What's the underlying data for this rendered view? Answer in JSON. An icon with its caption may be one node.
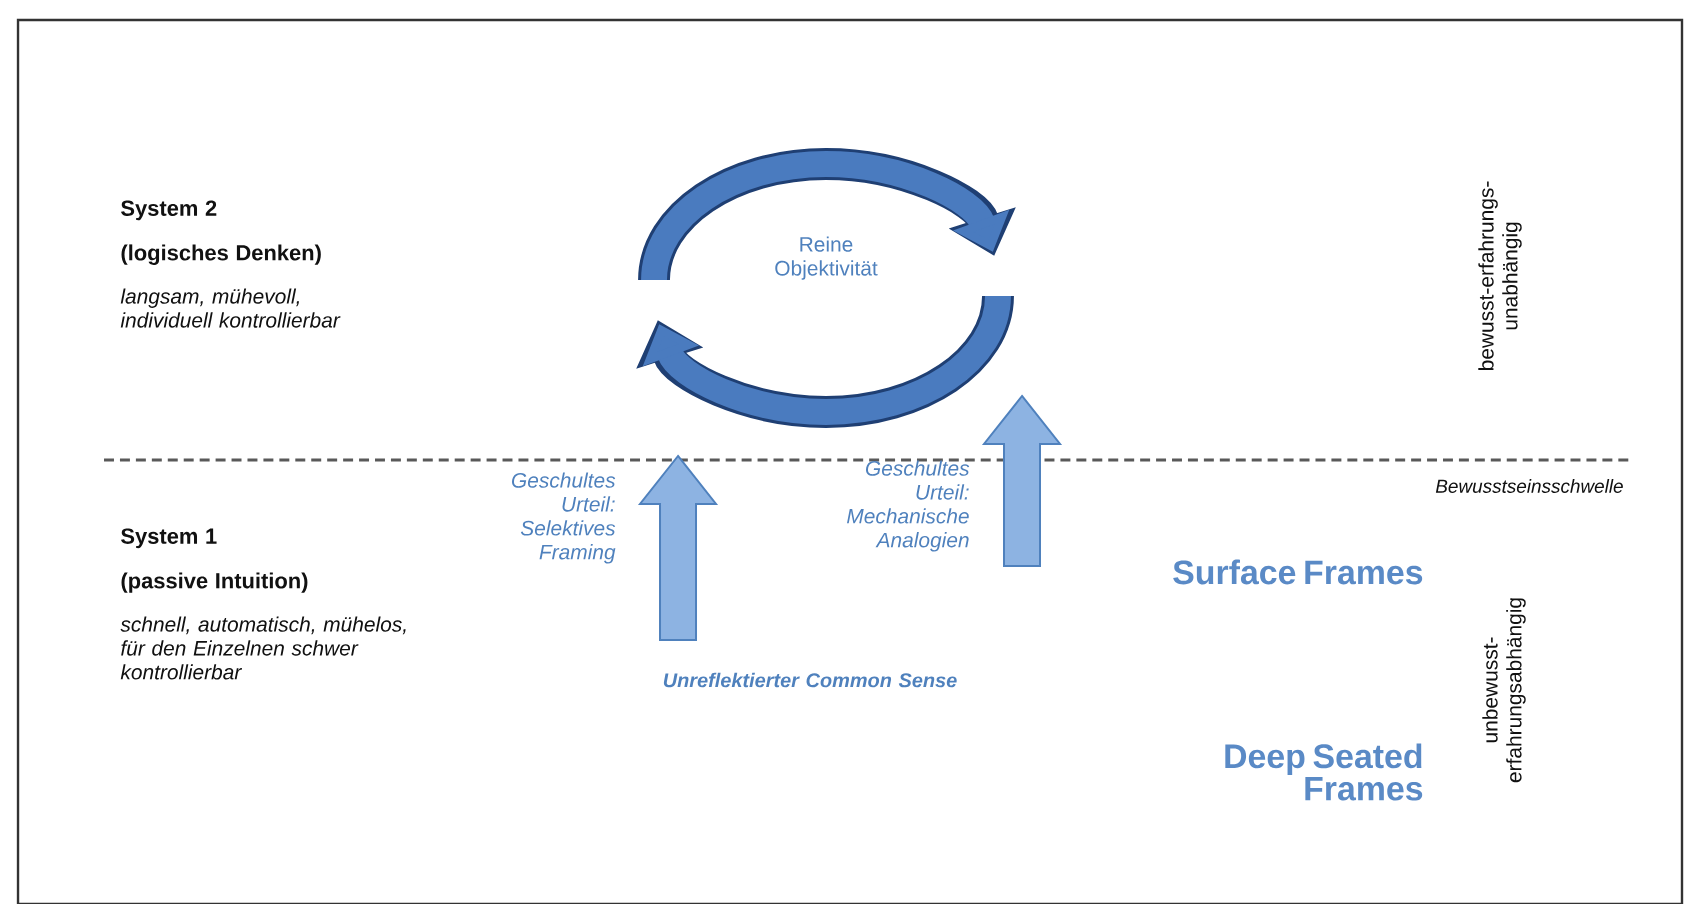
{
  "diagram": {
    "labels": [
      "System 2",
      "(logisches Denken)",
      "langsam, mühevoll, individuell kontrollierbar",
      "Reine Objektivität",
      "bewusst-erfahrungs- unabhängig",
      "Bewusstseinsschwelle",
      "Geschultes Urteil: Selektives Framing",
      "Geschultes Urteil: Mechanische Analogien",
      "System 1",
      "(passive Intuition)",
      "schnell, automatisch, mühelos, für den Einzelnen schwer kontrollierbar",
      "Surface Frames",
      "Unreflektierter Common Sense",
      "Deep Seated Frames",
      "unbewusst-erfahrungsabhängig"
    ]
  }
}
